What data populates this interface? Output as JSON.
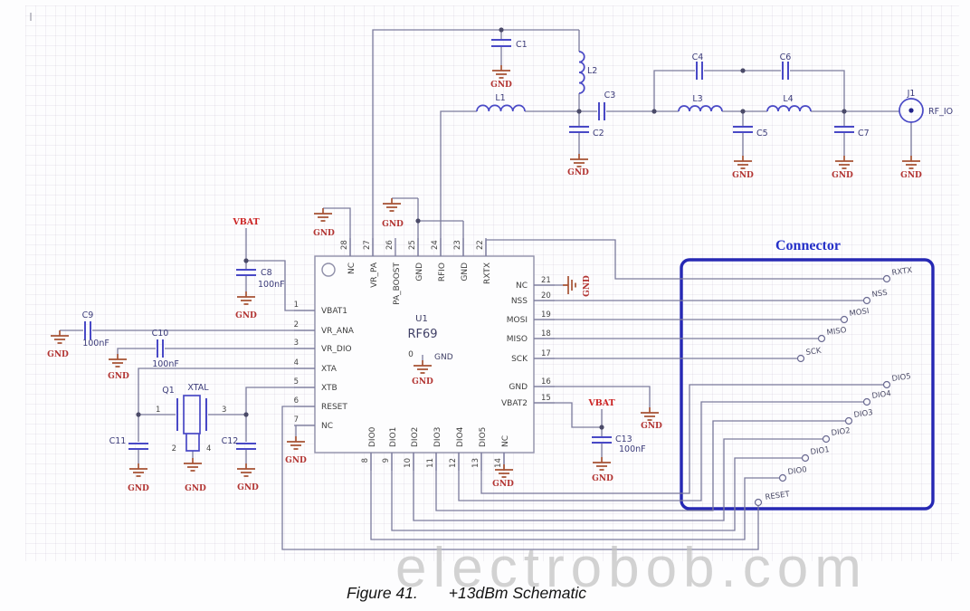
{
  "labels": {
    "gnd": "GND",
    "vbat": "VBAT"
  },
  "ic": {
    "refdes": "U1",
    "part": "RF69",
    "pad": {
      "num": "0",
      "net": "GND"
    },
    "top_pins": [
      {
        "num": "28",
        "name": "NC"
      },
      {
        "num": "27",
        "name": "VR_PA"
      },
      {
        "num": "26",
        "name": "PA_BOOST"
      },
      {
        "num": "25",
        "name": "GND"
      },
      {
        "num": "24",
        "name": "RFIO"
      },
      {
        "num": "23",
        "name": "GND"
      },
      {
        "num": "22",
        "name": "RXTX"
      }
    ],
    "left_pins": [
      {
        "num": "1",
        "name": "VBAT1"
      },
      {
        "num": "2",
        "name": "VR_ANA"
      },
      {
        "num": "3",
        "name": "VR_DIO"
      },
      {
        "num": "4",
        "name": "XTA"
      },
      {
        "num": "5",
        "name": "XTB"
      },
      {
        "num": "6",
        "name": "RESET"
      },
      {
        "num": "7",
        "name": "NC"
      }
    ],
    "right_pins": [
      {
        "num": "21",
        "name": "NC"
      },
      {
        "num": "20",
        "name": "NSS"
      },
      {
        "num": "19",
        "name": "MOSI"
      },
      {
        "num": "18",
        "name": "MISO"
      },
      {
        "num": "17",
        "name": "SCK"
      },
      {
        "num": "16",
        "name": "GND"
      },
      {
        "num": "15",
        "name": "VBAT2"
      }
    ],
    "bottom_pins": [
      {
        "num": "8",
        "name": "DIO0"
      },
      {
        "num": "9",
        "name": "DIO1"
      },
      {
        "num": "10",
        "name": "DIO2"
      },
      {
        "num": "11",
        "name": "DIO3"
      },
      {
        "num": "12",
        "name": "DIO4"
      },
      {
        "num": "13",
        "name": "DIO5"
      },
      {
        "num": "14",
        "name": "NC"
      }
    ]
  },
  "components": {
    "C1": {
      "ref": "C1"
    },
    "C2": {
      "ref": "C2"
    },
    "C3": {
      "ref": "C3"
    },
    "C4": {
      "ref": "C4"
    },
    "C5": {
      "ref": "C5"
    },
    "C6": {
      "ref": "C6"
    },
    "C7": {
      "ref": "C7"
    },
    "C8": {
      "ref": "C8",
      "value": "100nF"
    },
    "C9": {
      "ref": "C9",
      "value": "100nF"
    },
    "C10": {
      "ref": "C10",
      "value": "100nF"
    },
    "C11": {
      "ref": "C11"
    },
    "C12": {
      "ref": "C12"
    },
    "C13": {
      "ref": "C13",
      "value": "100nF"
    },
    "L1": {
      "ref": "L1"
    },
    "L2": {
      "ref": "L2"
    },
    "L3": {
      "ref": "L3"
    },
    "L4": {
      "ref": "L4"
    },
    "Q1": {
      "ref": "Q1",
      "part": "XTAL",
      "p1": "1",
      "p2": "2",
      "p3": "3",
      "p4": "4"
    },
    "J1": {
      "ref": "J1",
      "net": "RF_IO"
    }
  },
  "connector": {
    "title": "Connector",
    "terminals": [
      "RXTX",
      "NSS",
      "MOSI",
      "MISO",
      "SCK",
      "DIO5",
      "DIO4",
      "DIO3",
      "DIO2",
      "DIO1",
      "DIO0",
      "RESET"
    ]
  },
  "caption": {
    "label": "Figure 41.",
    "title": "+13dBm Schematic"
  },
  "watermark": "electrobob.com",
  "colors": {
    "wire": "#7b7b9d",
    "component": "#4949c6",
    "gnd_symbol": "#a65233",
    "gnd_text": "#b23331",
    "power_text": "#cc2424",
    "connector_box": "#2628b4",
    "refdes_text": "#3c3c7a",
    "watermark_text": "#c2c2c2"
  }
}
